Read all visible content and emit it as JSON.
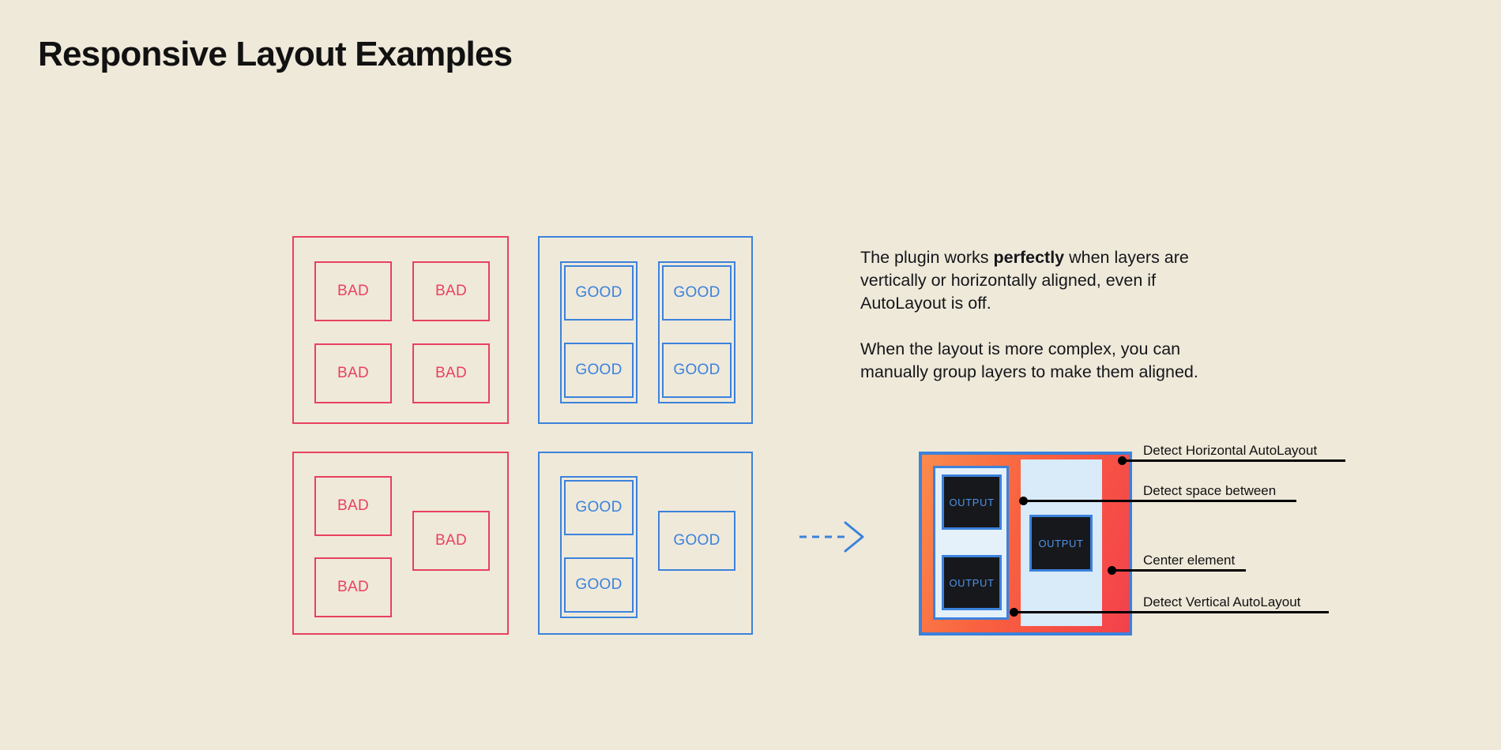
{
  "page": {
    "title": "Responsive Layout Examples",
    "background_color": "#EFE9DA"
  },
  "colors": {
    "bad": "#E8415F",
    "good": "#3B82DC",
    "text": "#111111",
    "mockup_fill_start": "#FB8B4C",
    "mockup_fill_end": "#F4414C",
    "output_bg": "#17181C",
    "output_text": "#4E94E8",
    "panel_fill": "#D7E8F7"
  },
  "examples": {
    "bad_grid": {
      "kind": "bad",
      "cells": [
        {
          "label": "BAD"
        },
        {
          "label": "BAD"
        },
        {
          "label": "BAD"
        },
        {
          "label": "BAD"
        }
      ]
    },
    "good_grid": {
      "kind": "good",
      "cells": [
        {
          "label": "GOOD"
        },
        {
          "label": "GOOD"
        },
        {
          "label": "GOOD"
        },
        {
          "label": "GOOD"
        }
      ]
    },
    "bad_offset": {
      "kind": "bad",
      "cells": [
        {
          "label": "BAD"
        },
        {
          "label": "BAD"
        },
        {
          "label": "BAD"
        }
      ]
    },
    "good_offset": {
      "kind": "good",
      "cells": [
        {
          "label": "GOOD"
        },
        {
          "label": "GOOD"
        },
        {
          "label": "GOOD"
        }
      ]
    }
  },
  "copy": {
    "paragraph_1_part_1": "The plugin works ",
    "paragraph_1_emphasis": "perfectly",
    "paragraph_1_part_2": " when layers are vertically or horizontally aligned, even if AutoLayout is off.",
    "paragraph_2": "When the layout is more complex, you can manually group layers to make them aligned."
  },
  "arrow": {
    "icon": "dashed-arrow-right-icon",
    "color": "#3B82DC",
    "style": "dashed"
  },
  "mockup": {
    "output_boxes": [
      {
        "label": "OUTPUT"
      },
      {
        "label": "OUTPUT"
      },
      {
        "label": "OUTPUT"
      }
    ]
  },
  "annotations": [
    {
      "label": "Detect Horizontal AutoLayout"
    },
    {
      "label": "Detect space between"
    },
    {
      "label": "Center element"
    },
    {
      "label": "Detect Vertical AutoLayout"
    }
  ]
}
